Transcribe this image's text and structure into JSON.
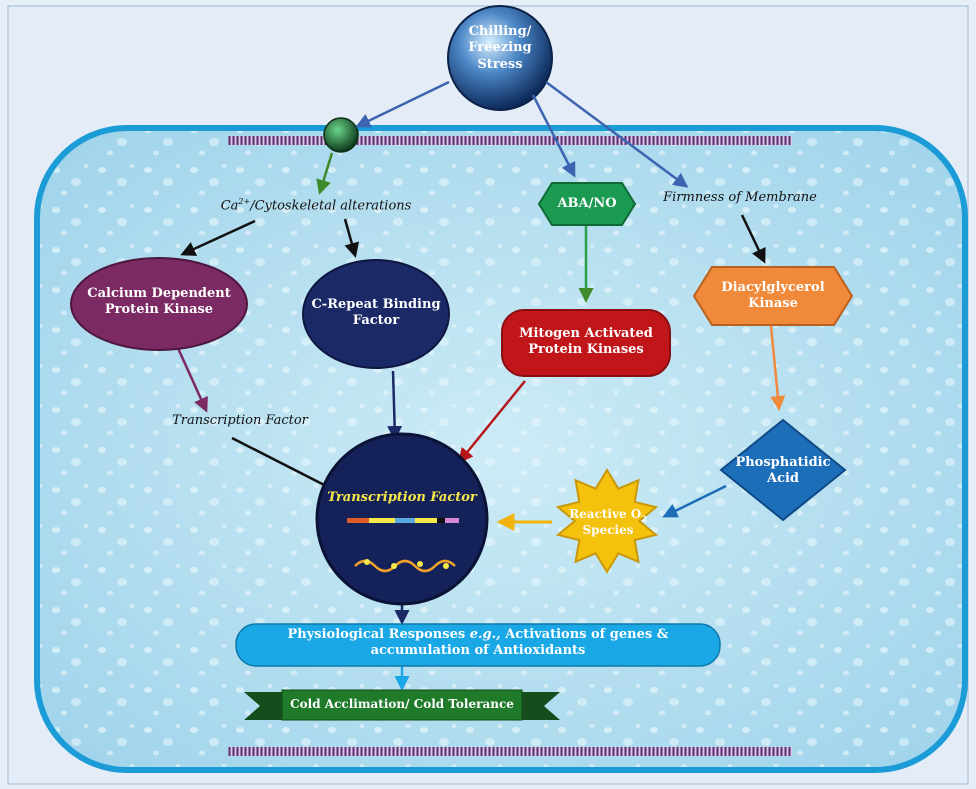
{
  "stress": {
    "line1": "Chilling/",
    "line2": "Freezing",
    "line3": "Stress"
  },
  "labels": {
    "ca_alterations_prefix": "Ca",
    "ca_alterations_sup": "2+",
    "ca_alterations_rest": "/Cytoskeletal alterations",
    "aba_no": "ABA/NO",
    "firmness": "Firmness of Membrane",
    "cdpk_1": "Calcium Dependent",
    "cdpk_2": "Protein Kinase",
    "cbf_1": "C-Repeat Binding",
    "cbf_2": "Factor",
    "mapk_1": "Mitogen Activated",
    "mapk_2": "Protein Kinases",
    "dgk_1": "Diacylglycerol",
    "dgk_2": "Kinase",
    "tf_left": "Transcription Factor",
    "tf_center": "Transcription Factor",
    "pa_1": "Phosphatidic",
    "pa_2": "Acid",
    "ros_1_a": "Reactive O",
    "ros_1_sub": "2",
    "ros_2": "Species",
    "physio_1_a": "Physiological Responses ",
    "physio_1_eg": "e.g.,",
    "physio_1_b": " Activations of genes &",
    "physio_2": "accumulation of Antioxidants",
    "cold": "Cold Acclimation/ Cold Tolerance"
  },
  "colors": {
    "cell_fill": "#bfe4f2",
    "cell_border": "#1c9cd6",
    "cdpk": "#7b2a63",
    "cbf": "#1b2a66",
    "mapk": "#c0161a",
    "aba": "#1b9a52",
    "dgk": "#f08a3a",
    "pa": "#1d6eb8",
    "ros": "#f4c20d",
    "tf_circle": "#15225a",
    "physio_bar": "#1aa7e6",
    "banner": "#1f7a2a"
  }
}
